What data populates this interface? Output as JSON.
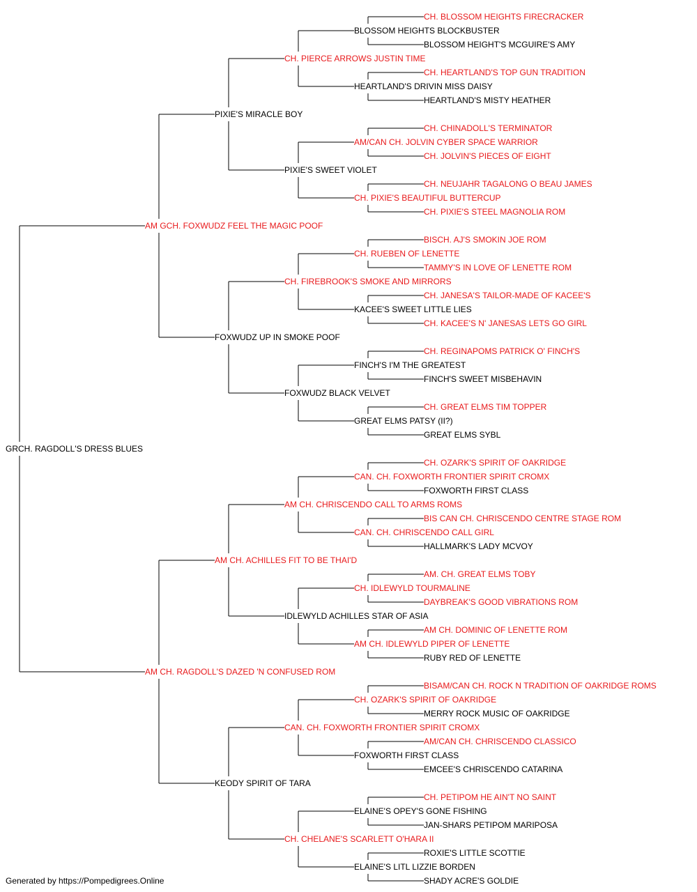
{
  "pedigree": {
    "name": "GRCH. RAGDOLL'S DRESS BLUES",
    "champion": false,
    "sire": {
      "name": "AM GCH. FOXWUDZ FEEL THE MAGIC POOF",
      "champion": true,
      "sire": {
        "name": "PIXIE'S MIRACLE BOY",
        "champion": false,
        "sire": {
          "name": "CH. PIERCE ARROWS JUSTIN TIME",
          "champion": true,
          "sire": {
            "name": "BLOSSOM HEIGHTS BLOCKBUSTER",
            "champion": false,
            "sire": {
              "name": "CH. BLOSSOM HEIGHTS FIRECRACKER",
              "champion": true
            },
            "dam": {
              "name": "BLOSSOM HEIGHT'S MCGUIRE'S AMY",
              "champion": false
            }
          },
          "dam": {
            "name": "HEARTLAND'S DRIVIN MISS DAISY",
            "champion": false,
            "sire": {
              "name": "CH. HEARTLAND'S TOP GUN TRADITION",
              "champion": true
            },
            "dam": {
              "name": "HEARTLAND'S MISTY HEATHER",
              "champion": false
            }
          }
        },
        "dam": {
          "name": "PIXIE'S SWEET VIOLET",
          "champion": false,
          "sire": {
            "name": "AM/CAN CH. JOLVIN CYBER SPACE WARRIOR",
            "champion": true,
            "sire": {
              "name": "CH. CHINADOLL'S TERMINATOR",
              "champion": true
            },
            "dam": {
              "name": "CH. JOLVIN'S PIECES OF EIGHT",
              "champion": true
            }
          },
          "dam": {
            "name": "CH. PIXIE'S BEAUTIFUL BUTTERCUP",
            "champion": true,
            "sire": {
              "name": "CH. NEUJAHR TAGALONG O BEAU JAMES",
              "champion": true
            },
            "dam": {
              "name": "CH. PIXIE'S STEEL MAGNOLIA ROM",
              "champion": true
            }
          }
        }
      },
      "dam": {
        "name": "FOXWUDZ UP IN SMOKE POOF",
        "champion": false,
        "sire": {
          "name": "CH. FIREBROOK'S SMOKE AND MIRRORS",
          "champion": true,
          "sire": {
            "name": "CH. RUEBEN OF LENETTE",
            "champion": true,
            "sire": {
              "name": "BISCH. AJ'S SMOKIN JOE ROM",
              "champion": true
            },
            "dam": {
              "name": "TAMMY'S IN LOVE OF LENETTE ROM",
              "champion": true
            }
          },
          "dam": {
            "name": "KACEE'S SWEET LITTLE LIES",
            "champion": false,
            "sire": {
              "name": "CH. JANESA'S TAILOR-MADE OF KACEE'S",
              "champion": true
            },
            "dam": {
              "name": "CH. KACEE'S N' JANESAS LETS GO GIRL",
              "champion": true
            }
          }
        },
        "dam": {
          "name": "FOXWUDZ BLACK VELVET",
          "champion": false,
          "sire": {
            "name": "FINCH'S I'M THE GREATEST",
            "champion": false,
            "sire": {
              "name": "CH. REGINAPOMS PATRICK O' FINCH'S",
              "champion": true
            },
            "dam": {
              "name": "FINCH'S SWEET MISBEHAVIN",
              "champion": false
            }
          },
          "dam": {
            "name": "GREAT ELMS PATSY (II?)",
            "champion": false,
            "sire": {
              "name": "CH. GREAT ELMS TIM TOPPER",
              "champion": true
            },
            "dam": {
              "name": "GREAT ELMS SYBL",
              "champion": false
            }
          }
        }
      }
    },
    "dam": {
      "name": "AM CH. RAGDOLL'S DAZED 'N CONFUSED ROM",
      "champion": true,
      "sire": {
        "name": "AM CH. ACHILLES FIT TO BE THAI'D",
        "champion": true,
        "sire": {
          "name": "AM CH. CHRISCENDO CALL TO ARMS ROMS",
          "champion": true,
          "sire": {
            "name": "CAN. CH. FOXWORTH FRONTIER SPIRIT CROMX",
            "champion": true,
            "sire": {
              "name": "CH. OZARK'S SPIRIT OF OAKRIDGE",
              "champion": true
            },
            "dam": {
              "name": "FOXWORTH FIRST CLASS",
              "champion": false
            }
          },
          "dam": {
            "name": "CAN. CH. CHRISCENDO CALL GIRL",
            "champion": true,
            "sire": {
              "name": "BIS CAN CH. CHRISCENDO CENTRE STAGE ROM",
              "champion": true
            },
            "dam": {
              "name": "HALLMARK'S LADY MCVOY",
              "champion": false
            }
          }
        },
        "dam": {
          "name": "IDLEWYLD ACHILLES STAR OF ASIA",
          "champion": false,
          "sire": {
            "name": "CH. IDLEWYLD TOURMALINE",
            "champion": true,
            "sire": {
              "name": "AM. CH. GREAT ELMS TOBY",
              "champion": true
            },
            "dam": {
              "name": "DAYBREAK'S GOOD VIBRATIONS ROM",
              "champion": true
            }
          },
          "dam": {
            "name": "AM CH. IDLEWYLD PIPER OF LENETTE",
            "champion": true,
            "sire": {
              "name": "AM CH. DOMINIC OF LENETTE ROM",
              "champion": true
            },
            "dam": {
              "name": "RUBY RED OF LENETTE",
              "champion": false
            }
          }
        }
      },
      "dam": {
        "name": "KEODY SPIRIT OF TARA",
        "champion": false,
        "sire": {
          "name": "CAN. CH. FOXWORTH FRONTIER SPIRIT CROMX",
          "champion": true,
          "sire": {
            "name": "CH. OZARK'S SPIRIT OF OAKRIDGE",
            "champion": true,
            "sire": {
              "name": "BISAM/CAN CH. ROCK N TRADITION OF OAKRIDGE ROMS",
              "champion": true
            },
            "dam": {
              "name": "MERRY ROCK MUSIC OF OAKRIDGE",
              "champion": false
            }
          },
          "dam": {
            "name": "FOXWORTH FIRST CLASS",
            "champion": false,
            "sire": {
              "name": "AM/CAN CH. CHRISCENDO CLASSICO",
              "champion": true
            },
            "dam": {
              "name": "EMCEE'S CHRISCENDO CATARINA",
              "champion": false
            }
          }
        },
        "dam": {
          "name": "CH. CHELANE'S SCARLETT O'HARA II",
          "champion": true,
          "sire": {
            "name": "ELAINE'S OPEY'S GONE FISHING",
            "champion": false,
            "sire": {
              "name": "CH. PETIPOM HE AIN'T NO SAINT",
              "champion": true
            },
            "dam": {
              "name": "JAN-SHARS PETIPOM MARIPOSA",
              "champion": false
            }
          },
          "dam": {
            "name": "ELAINE'S LITL LIZZIE BORDEN",
            "champion": false,
            "sire": {
              "name": "ROXIE'S LITTLE SCOTTIE",
              "champion": false
            },
            "dam": {
              "name": "SHADY ACRE'S GOLDIE",
              "champion": false
            }
          }
        }
      }
    }
  },
  "colors": {
    "champion": "#e8191b",
    "regular": "#000000",
    "line": "#000000"
  },
  "footer": "Generated by https://Pompedigrees.Online"
}
